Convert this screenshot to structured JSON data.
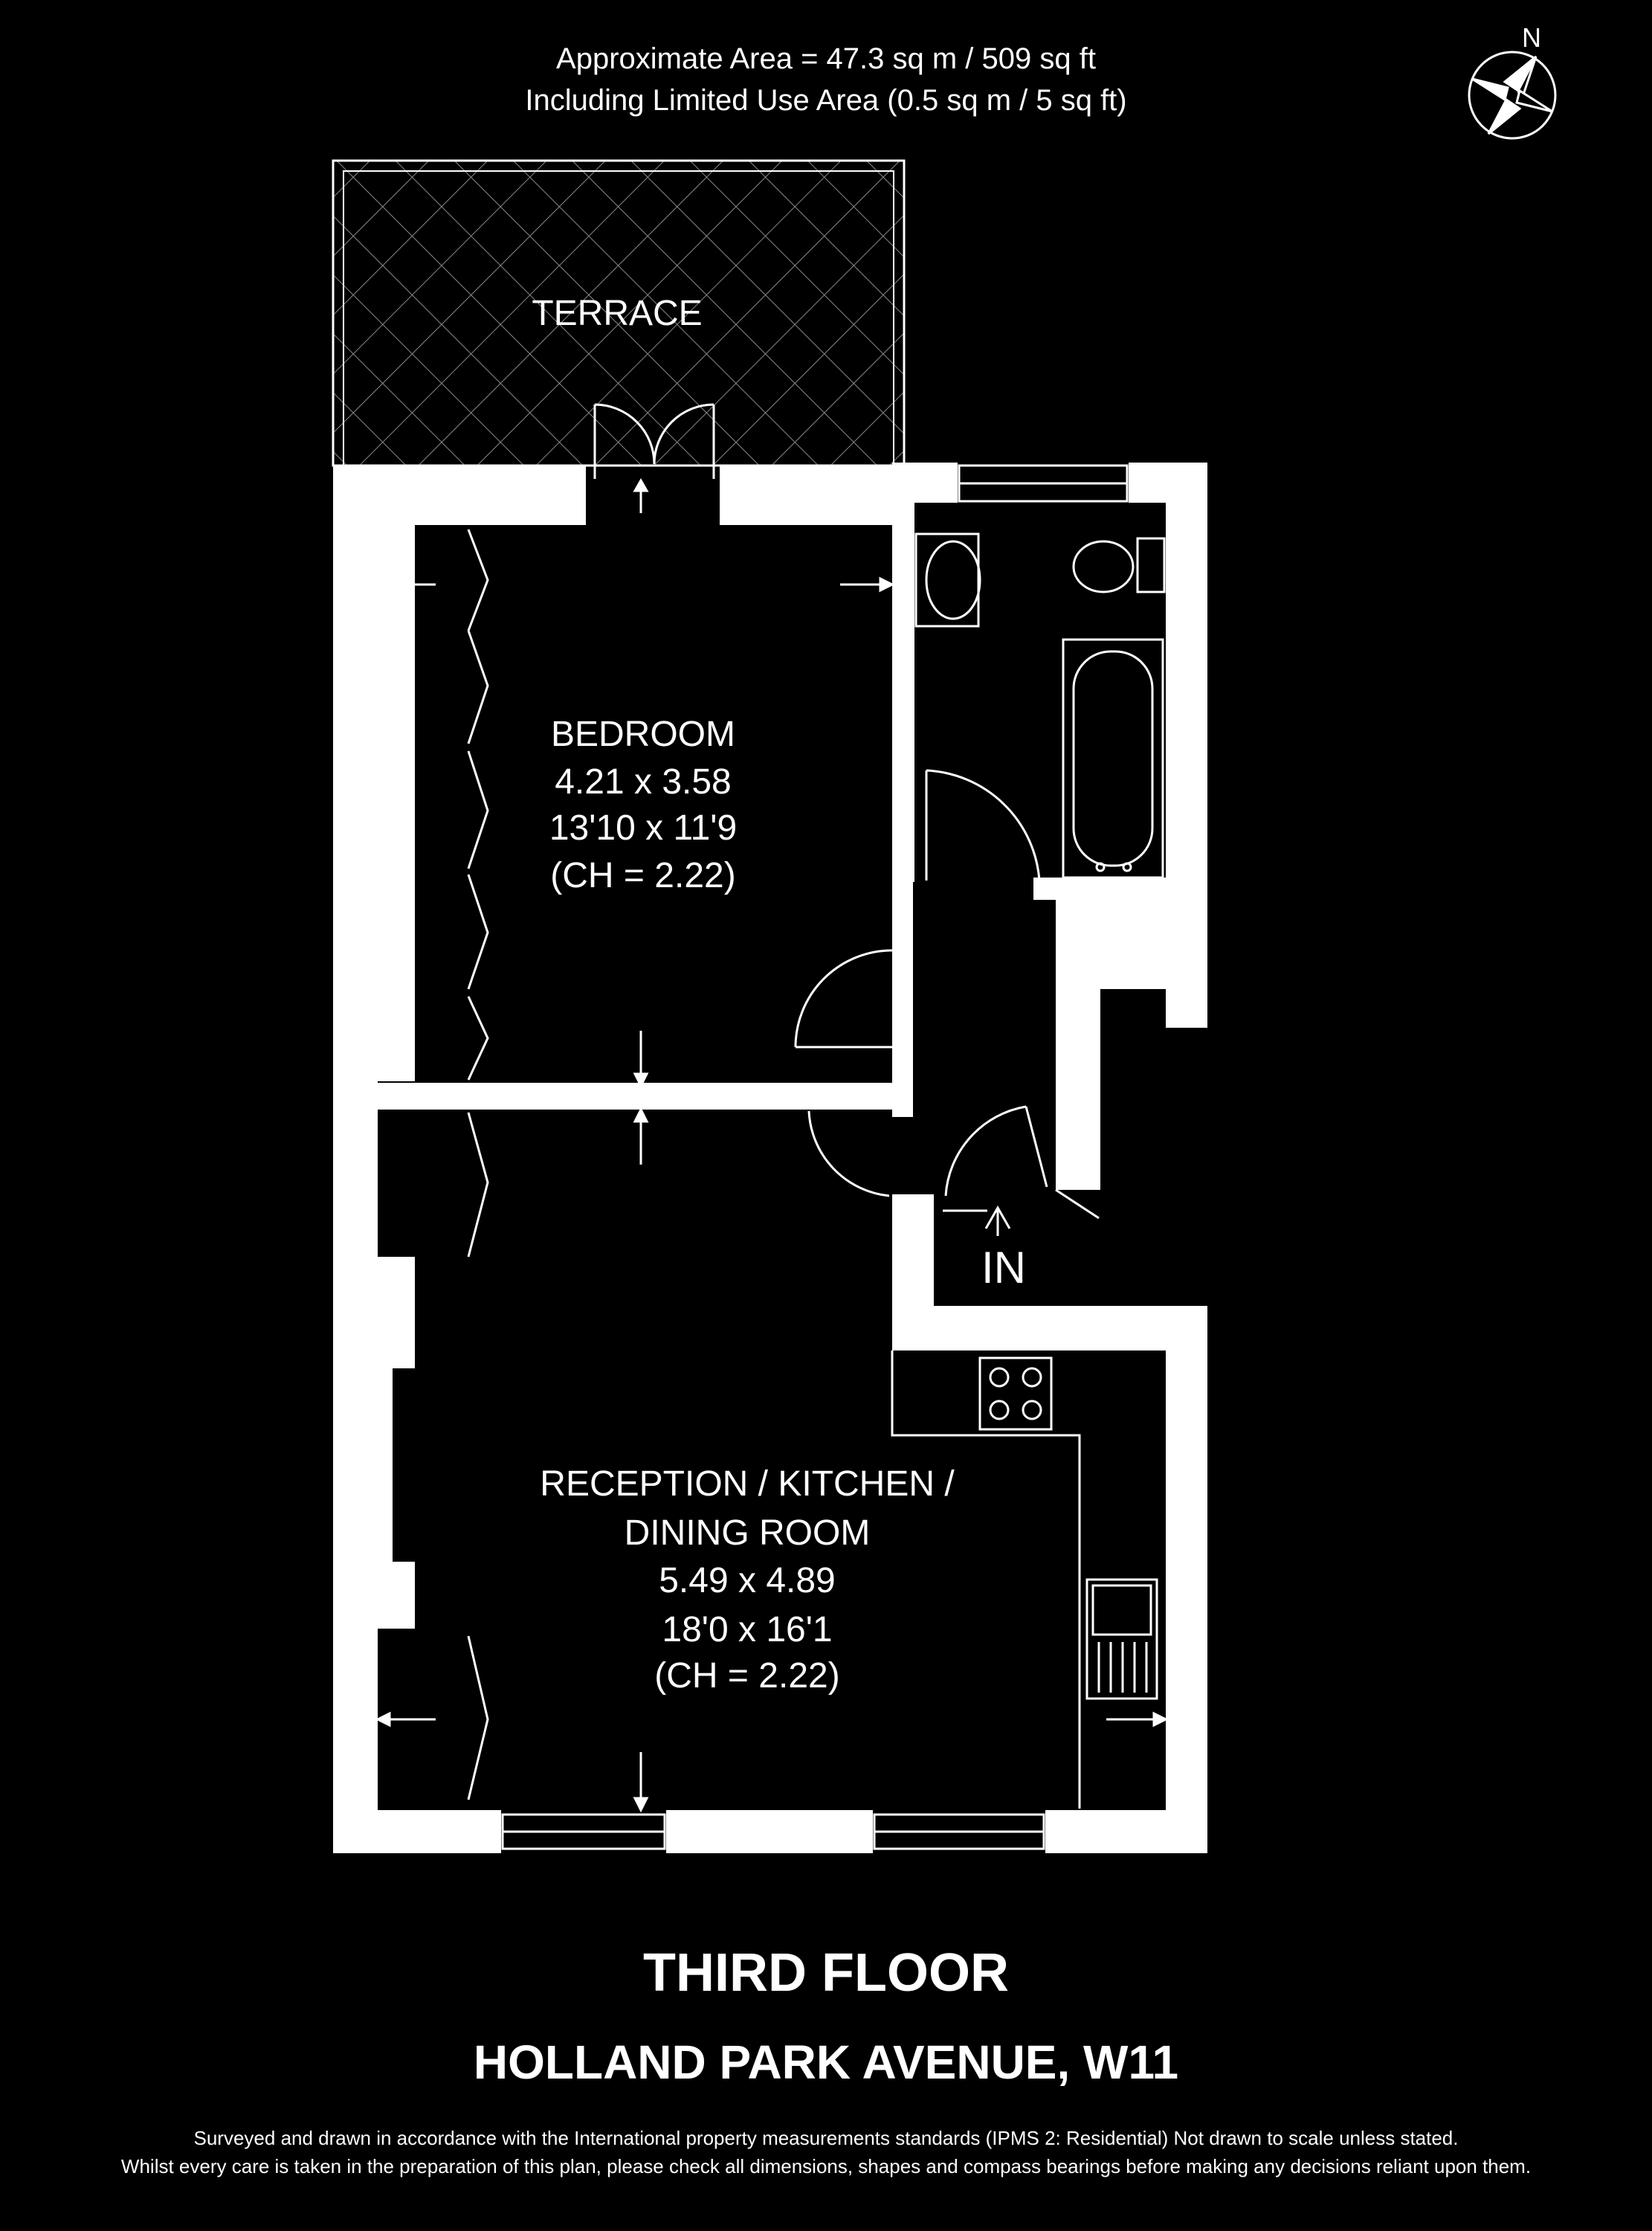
{
  "header": {
    "area_line": "Approximate Area = 47.3 sq m / 509 sq ft",
    "limited_line": "Including Limited Use Area (0.5 sq m / 5 sq ft)"
  },
  "compass": {
    "label": "N"
  },
  "rooms": {
    "terrace": {
      "name": "TERRACE"
    },
    "bedroom": {
      "name": "BEDROOM",
      "metric": "4.21 x 3.58",
      "imperial": "13'10 x 11'9",
      "ceiling": "(CH = 2.22)"
    },
    "reception": {
      "name_line1": "RECEPTION / KITCHEN /",
      "name_line2": "DINING ROOM",
      "metric": "5.49 x 4.89",
      "imperial": "18'0 x 16'1",
      "ceiling": "(CH = 2.22)"
    }
  },
  "entrance": {
    "label": "IN"
  },
  "floor": {
    "title": "THIRD FLOOR",
    "address": "HOLLAND PARK AVENUE, W11"
  },
  "footer": {
    "line1": "Surveyed and drawn in accordance with the International property measurements standards (IPMS 2: Residential) Not drawn to scale unless stated.",
    "line2": "Whilst every care is taken in the preparation of this plan, please check all dimensions, shapes and compass bearings before making any decisions reliant upon them."
  },
  "colors": {
    "background": "#000000",
    "walls": "#ffffff"
  }
}
